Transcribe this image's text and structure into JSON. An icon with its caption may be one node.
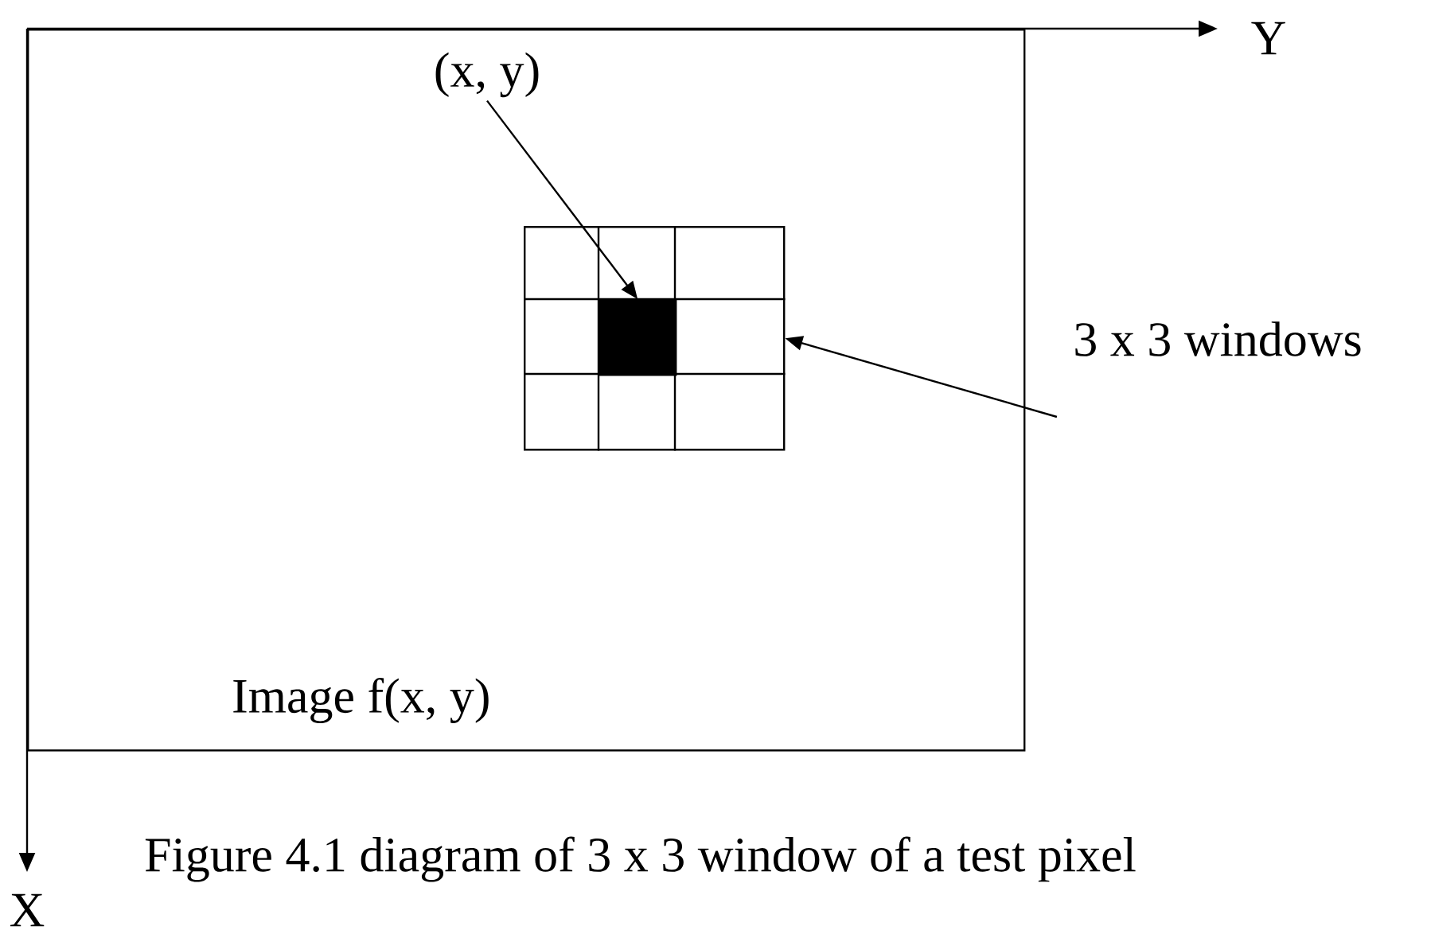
{
  "diagram": {
    "caption": "Figure 4.1 diagram of 3 x 3 window of a test pixel",
    "nodes": [
      {
        "text": [
          "Image f(x, y)"
        ]
      },
      {
        "text": [
          "(x, y)"
        ],
        "in": 0
      },
      {
        "text": [],
        "shape": "box",
        "in": 0
      },
      {
        "text": [],
        "shape": "box",
        "in": 2
      },
      {
        "text": [
          "3 x 3 windows"
        ]
      }
    ],
    "edges": [
      {
        "from": 1,
        "to": 3,
        "arrow": "to"
      },
      {
        "from": 4,
        "to": 2,
        "arrow": "to"
      }
    ],
    "labels": [
      "Y",
      "X"
    ]
  }
}
